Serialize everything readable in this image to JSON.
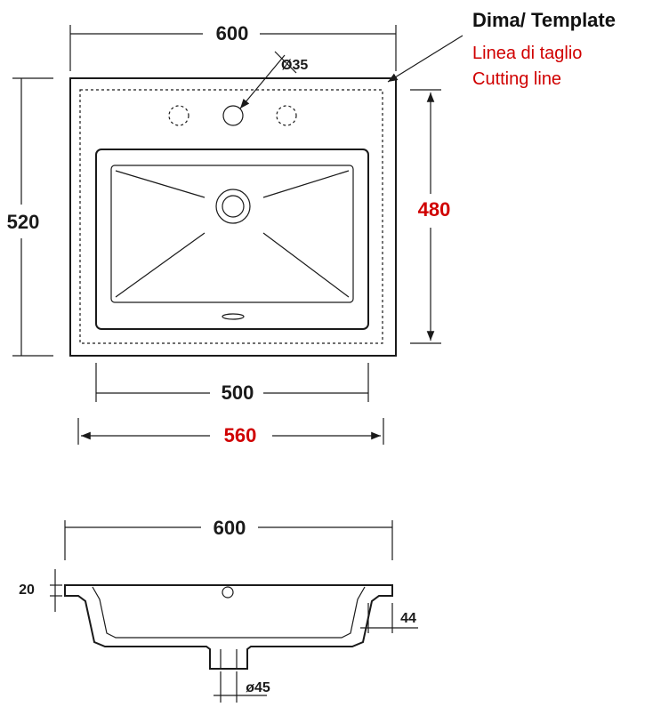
{
  "title": "Dima/ Template",
  "notes": [
    "Linea di taglio",
    "Cutting line"
  ],
  "top_view": {
    "width_label": "600",
    "height_label": "520",
    "cut_height_label": "480",
    "bowl_width_label": "500",
    "cut_width_label": "560",
    "hole_label": "Ø35"
  },
  "side_view": {
    "width_label": "600",
    "rim_label": "20",
    "drain_offset_label": "44",
    "drain_label": "ø45"
  },
  "colors": {
    "dimension": "#1a1a1a",
    "cut_dimension": "#d00000"
  }
}
